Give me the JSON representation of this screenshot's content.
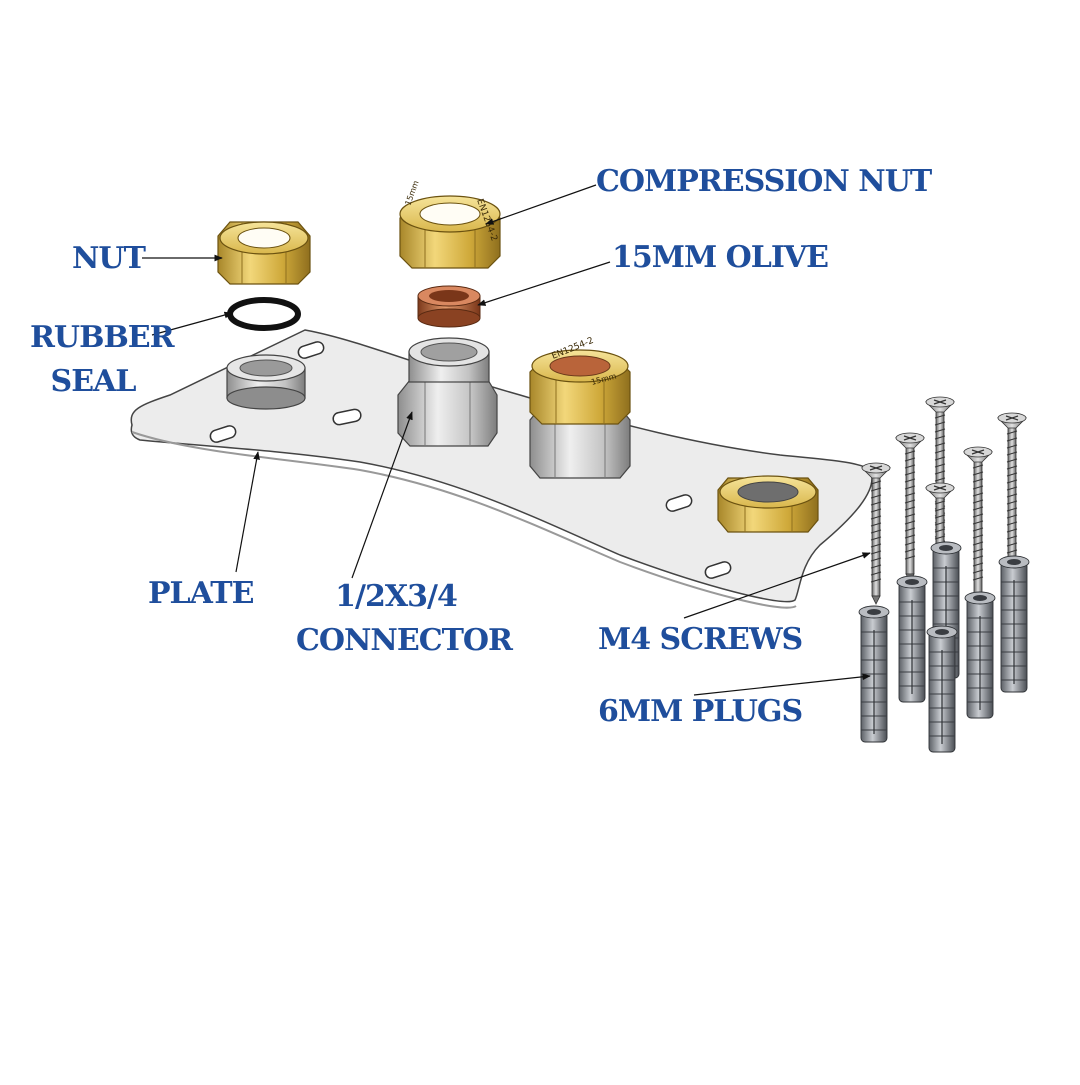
{
  "labels": {
    "nut": "NUT",
    "rubber_seal": [
      "RUBBER",
      "SEAL"
    ],
    "compression_nut": "COMPRESSION NUT",
    "olive": "15MM OLIVE",
    "plate": "PLATE",
    "connector": [
      "1/2X3/4",
      "CONNECTOR"
    ],
    "screws": "M4 SCREWS",
    "plugs": "6MM PLUGS"
  },
  "part_markings": {
    "compression_nut_top": "EN1254-2",
    "compression_nut_size": "15mm",
    "fitted_nut_top": "EN1254-2",
    "fitted_nut_size": "15mm"
  },
  "colors": {
    "label_text": "#1f4e9c",
    "brass": "#d4b043",
    "copper": "#b9643a",
    "steel": "#c7c7c7",
    "plate": "#ececec",
    "rubber": "#111111"
  },
  "counts": {
    "screws": 6,
    "plugs": 6
  }
}
